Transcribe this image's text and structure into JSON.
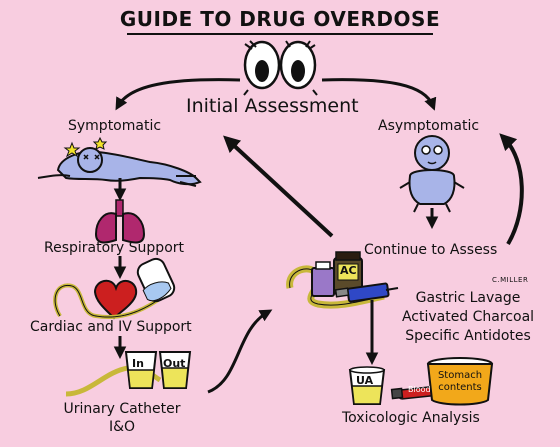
{
  "title": "GUIDE TO DRUG OVERDOSE",
  "nodes": {
    "initial_assessment": "Initial Assessment",
    "symptomatic": "Symptomatic",
    "asymptomatic": "Asymptomatic",
    "respiratory_support": "Respiratory Support",
    "cardiac_iv_support": "Cardiac and IV Support",
    "urinary_catheter": "Urinary Catheter",
    "io": "I&O",
    "continue_to_assess": "Continue to Assess",
    "gastric_lavage": "Gastric Lavage",
    "activated_charcoal": "Activated Charcoal",
    "specific_antidotes": "Specific Antidotes",
    "toxicologic_analysis": "Toxicologic Analysis"
  },
  "illustration_labels": {
    "cup_in": "In",
    "cup_out": "Out",
    "jar_ac": "AC",
    "cup_ua": "UA",
    "stomach_contents_1": "Stomach",
    "stomach_contents_2": "contents",
    "blood_tube": "Blood"
  },
  "signature": "C.MILLER",
  "colors": {
    "background": "#f8cde0",
    "lungs": "#b0286e",
    "heart": "#cc1f1f",
    "body_blue": "#a8b4e8",
    "tubing": "#c8b83a",
    "urine": "#ede45a",
    "stomach_cup": "#f2a81a",
    "jar_purple": "#9a78c8",
    "charcoal_jar": "#5a4a2a"
  }
}
